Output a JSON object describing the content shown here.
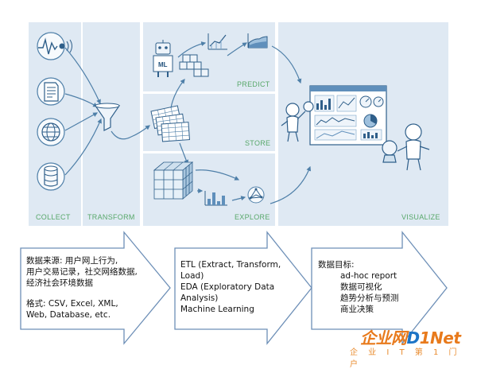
{
  "stages": {
    "collect": "COLLECT",
    "transform": "TRANSFORM",
    "predict": "PREDICT",
    "store": "STORE",
    "explore": "EXPLORE",
    "visualize": "VISUALIZE"
  },
  "predict_badge": "ML",
  "arrow1": {
    "lines": [
      "数据来源: 用户网上行为,",
      "用户交易记录，社交网络数据,",
      "经济社会环境数据"
    ],
    "lines2": [
      "格式: CSV, Excel, XML,",
      "Web, Database, etc."
    ]
  },
  "arrow2": {
    "lines": [
      "ETL (Extract, Transform,",
      "Load)",
      "EDA (Exploratory Data",
      "Analysis)",
      "Machine Learning"
    ]
  },
  "arrow3": {
    "title": "数据目标:",
    "items": [
      "ad-hoc report",
      "数据可视化",
      "趋势分析与预测",
      "商业决策"
    ]
  },
  "watermark": {
    "main_a": "企业网",
    "main_b": "D",
    "main_c": "1Net",
    "sub": "企 业 I T 第 1 门 户"
  },
  "colors": {
    "panel": "#dfe9f3",
    "label": "#58a86a",
    "line": "#4e7fa8",
    "arrow_stroke": "#6d8fb7"
  }
}
